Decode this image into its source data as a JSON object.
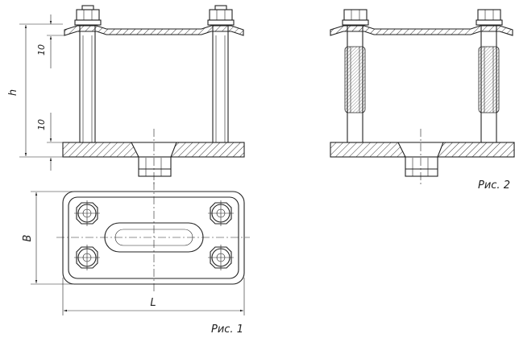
{
  "figures": {
    "fig1_caption": "Рис. 1",
    "fig2_caption": "Рис. 2"
  },
  "dimensions": {
    "h": "h",
    "B": "B",
    "L": "L",
    "top_gap": "10",
    "bottom_gap": "10"
  },
  "colors": {
    "line": "#222222",
    "background": "#ffffff"
  }
}
